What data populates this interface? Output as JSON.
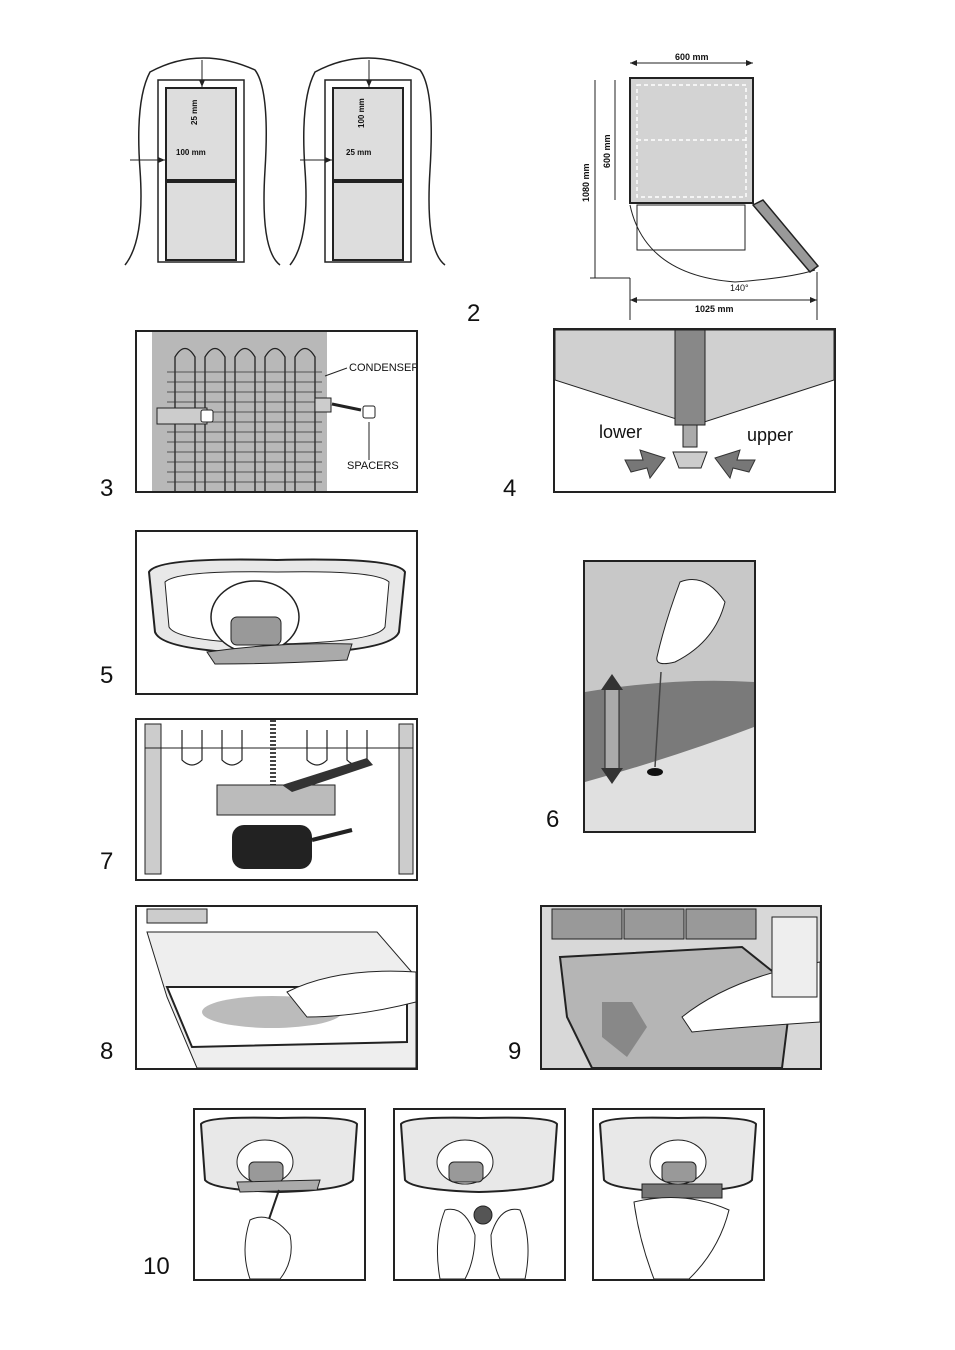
{
  "figures": {
    "f1": {
      "dim_top_left": "25 mm",
      "dim_side_left": "100 mm",
      "dim_top_right": "100 mm",
      "dim_side_right": "25 mm"
    },
    "f2": {
      "number": "2",
      "width": "600 mm",
      "depth": "600 mm",
      "height": "1080 mm",
      "angle": "140°",
      "open_depth": "1025 mm"
    },
    "f3": {
      "number": "3",
      "condenser": "CONDENSER",
      "spacers": "SPACERS"
    },
    "f4": {
      "number": "4",
      "lower": "lower",
      "upper": "upper"
    },
    "f5": {
      "number": "5"
    },
    "f6": {
      "number": "6"
    },
    "f7": {
      "number": "7"
    },
    "f8": {
      "number": "8"
    },
    "f9": {
      "number": "9"
    },
    "f10": {
      "number": "10"
    }
  }
}
